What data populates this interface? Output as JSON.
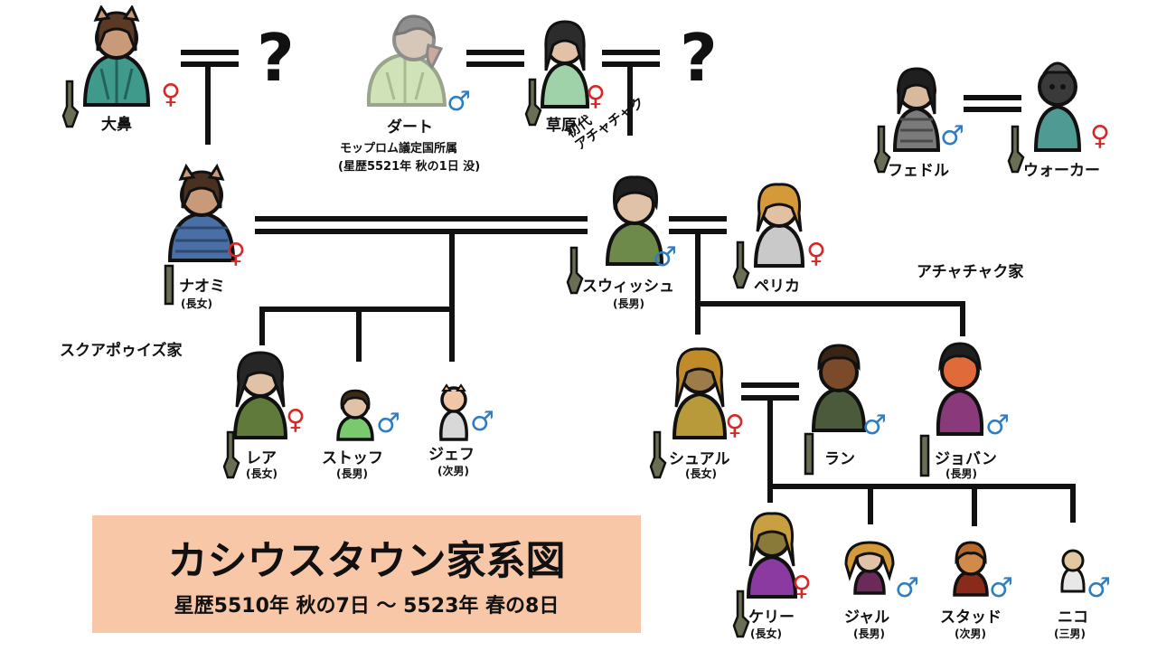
{
  "title": {
    "main": "カシウスタウン家系図",
    "period": "星歴5510年 秋の7日 〜 5523年 春の8日"
  },
  "families": {
    "skua": "スクアポゥイズ家",
    "achacha": "アチャチャク家",
    "first_gen_line1": "初代",
    "first_gen_line2": "アチャチャク"
  },
  "unknown_mark": "?",
  "symbols": {
    "female": "♀",
    "male": "♂"
  },
  "people": {
    "oohana": {
      "name": "大鼻",
      "sex": "female"
    },
    "dart": {
      "name": "ダート",
      "note1": "モップロム議定国所属",
      "note2": "(星歴5521年 秋の1日 没)",
      "sex": "male"
    },
    "sougen": {
      "name": "草原",
      "sex": "female"
    },
    "fedoru": {
      "name": "フェドル",
      "sex": "male"
    },
    "walker": {
      "name": "ウォーカー",
      "sex": "female"
    },
    "naomi": {
      "name": "ナオミ",
      "role": "(長女)",
      "sex": "female"
    },
    "swish": {
      "name": "スウィッシュ",
      "role": "(長男)",
      "sex": "male"
    },
    "perika": {
      "name": "ペリカ",
      "sex": "female"
    },
    "rea": {
      "name": "レア",
      "role": "(長女)",
      "sex": "female"
    },
    "stoff": {
      "name": "ストッフ",
      "role": "(長男)",
      "sex": "male"
    },
    "jef": {
      "name": "ジェフ",
      "role": "(次男)",
      "sex": "male"
    },
    "shuaru": {
      "name": "シュアル",
      "role": "(長女)",
      "sex": "female"
    },
    "ran": {
      "name": "ラン",
      "sex": "male"
    },
    "jobahn": {
      "name": "ジョバン",
      "role": "(長男)",
      "sex": "male"
    },
    "kerry": {
      "name": "ケリー",
      "role": "(長女)",
      "sex": "female"
    },
    "jaru": {
      "name": "ジャル",
      "role": "(長男)",
      "sex": "male"
    },
    "stud": {
      "name": "スタッド",
      "role": "(次男)",
      "sex": "male"
    },
    "niko": {
      "name": "ニコ",
      "role": "(三男)",
      "sex": "male"
    }
  },
  "colors": {
    "line": "#111111",
    "female_symbol": "#d62828",
    "male_symbol": "#2f7dc1",
    "title_box": "#f7c7a8"
  }
}
